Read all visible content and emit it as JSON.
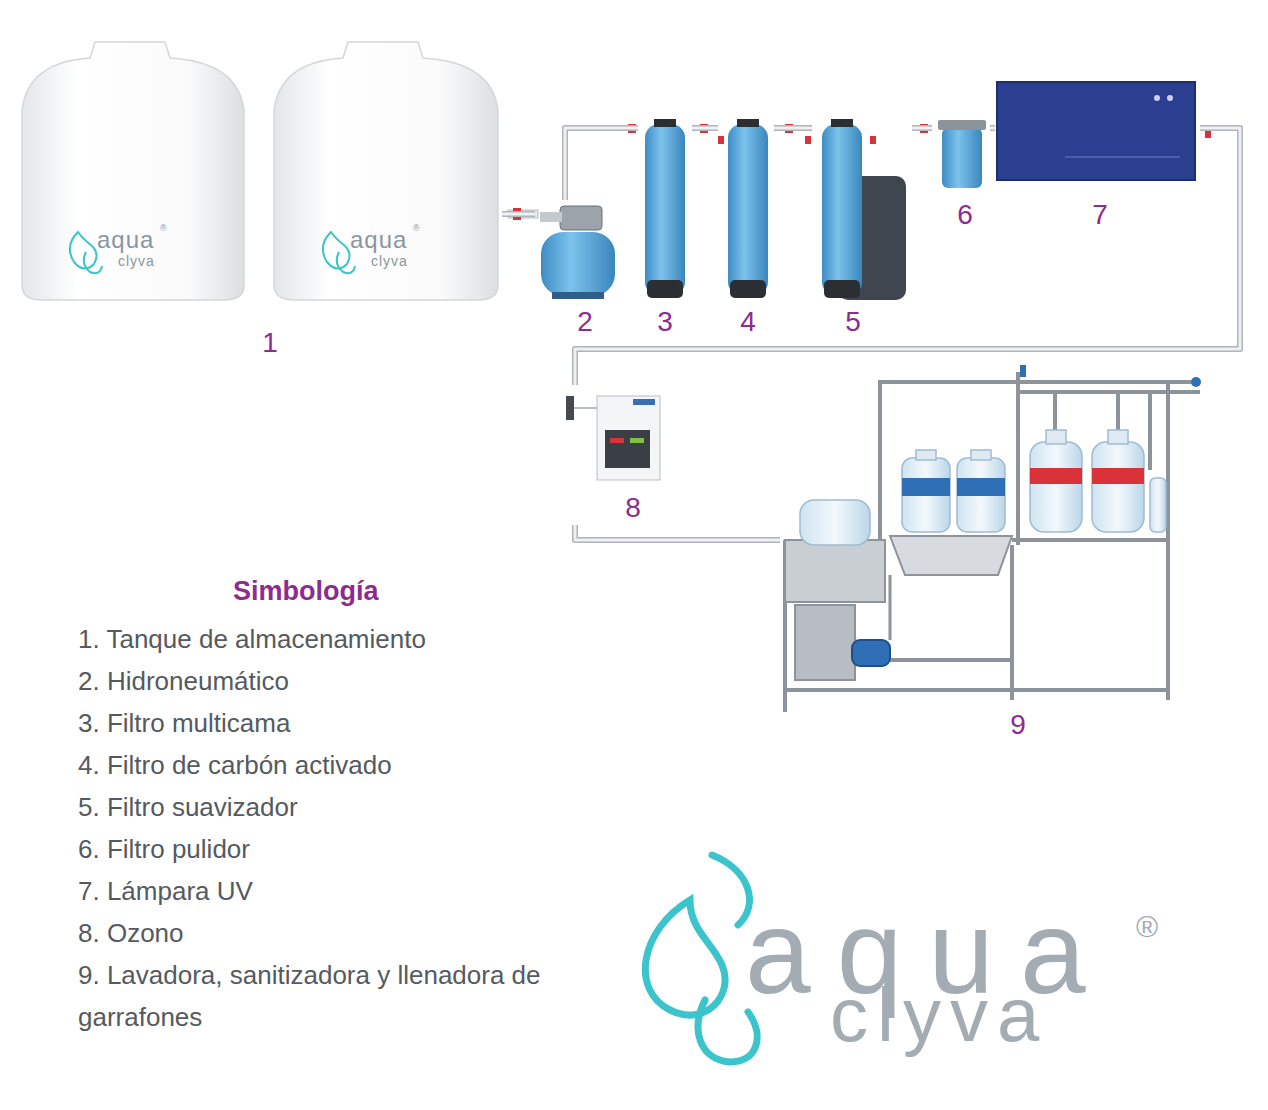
{
  "diagram": {
    "nodes": [
      {
        "text": [
          "1"
        ]
      },
      {
        "text": [
          "2"
        ]
      },
      {
        "text": [
          "3"
        ]
      },
      {
        "text": [
          "4"
        ]
      },
      {
        "text": [
          "5"
        ]
      },
      {
        "text": [
          "6"
        ]
      },
      {
        "text": [
          "7"
        ]
      },
      {
        "text": [
          "8"
        ]
      },
      {
        "text": [
          "9"
        ]
      }
    ],
    "edges": [
      {
        "from": 0,
        "to": 1,
        "arrow": "none"
      },
      {
        "from": 1,
        "to": 2,
        "arrow": "none"
      },
      {
        "from": 2,
        "to": 3,
        "arrow": "none"
      },
      {
        "from": 3,
        "to": 4,
        "arrow": "none"
      },
      {
        "from": 4,
        "to": 5,
        "arrow": "none"
      },
      {
        "from": 5,
        "to": 6,
        "arrow": "none"
      },
      {
        "from": 6,
        "to": 7,
        "arrow": "none"
      },
      {
        "from": 7,
        "to": 8,
        "arrow": "none"
      }
    ],
    "labels": [
      "Simbología",
      "aqua",
      "®",
      "clyva",
      "aqua",
      "®",
      "clyva",
      "aqua",
      "®",
      "clyva"
    ],
    "legend": [
      {
        "text": "1. Tanque de almacenamiento"
      },
      {
        "text": "2. Hidroneumático"
      },
      {
        "text": "3. Filtro multicama"
      },
      {
        "text": "4. Filtro de carbón activado"
      },
      {
        "text": "5. Filtro suavizador"
      },
      {
        "text": "6. Filtro pulidor"
      },
      {
        "text": "7. Lámpara UV"
      },
      {
        "text": "8. Ozono"
      },
      {
        "text": "9. Lavadora, sanitizadora y llenadora de garrafones"
      }
    ]
  }
}
